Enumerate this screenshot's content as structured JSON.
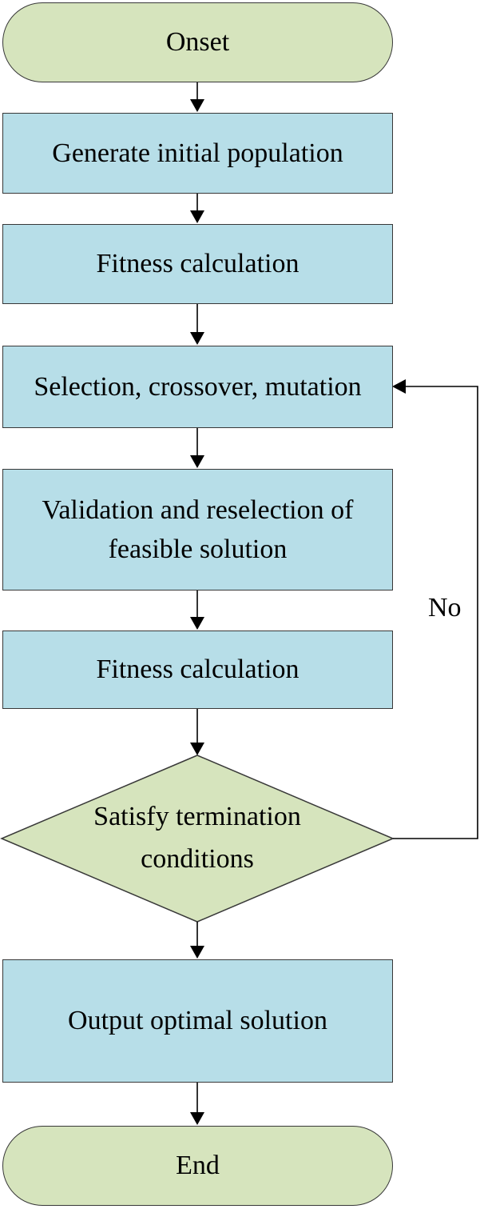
{
  "flowchart": {
    "colors": {
      "terminal_fill": "#d6e4bd",
      "process_fill": "#b7dee8",
      "border_color": "#383838",
      "arrow_color": "#000000",
      "text_color": "#000000",
      "bg_color": "#ffffff"
    },
    "nodes": [
      {
        "id": "onset",
        "type": "terminal",
        "label": "Onset"
      },
      {
        "id": "generate-initial-population",
        "type": "process",
        "label": "Generate initial population"
      },
      {
        "id": "fitness-calculation-1",
        "type": "process",
        "label": "Fitness calculation"
      },
      {
        "id": "selection-crossover-mutation",
        "type": "process",
        "label": "Selection, crossover, mutation"
      },
      {
        "id": "validation-reselection",
        "type": "process",
        "label": "Validation and reselection of feasible solution"
      },
      {
        "id": "fitness-calculation-2",
        "type": "process",
        "label": "Fitness calculation"
      },
      {
        "id": "termination-decision",
        "type": "decision",
        "label": "Satisfy termination conditions"
      },
      {
        "id": "output-optimal-solution",
        "type": "process",
        "label": "Output optimal solution"
      },
      {
        "id": "end",
        "type": "terminal",
        "label": "End"
      }
    ],
    "edges": [
      {
        "from": "onset",
        "to": "generate-initial-population",
        "label": ""
      },
      {
        "from": "generate-initial-population",
        "to": "fitness-calculation-1",
        "label": ""
      },
      {
        "from": "fitness-calculation-1",
        "to": "selection-crossover-mutation",
        "label": ""
      },
      {
        "from": "selection-crossover-mutation",
        "to": "validation-reselection",
        "label": ""
      },
      {
        "from": "validation-reselection",
        "to": "fitness-calculation-2",
        "label": ""
      },
      {
        "from": "fitness-calculation-2",
        "to": "termination-decision",
        "label": ""
      },
      {
        "from": "termination-decision",
        "to": "output-optimal-solution",
        "label": ""
      },
      {
        "from": "output-optimal-solution",
        "to": "end",
        "label": ""
      },
      {
        "from": "termination-decision",
        "to": "selection-crossover-mutation",
        "label": "No"
      }
    ]
  }
}
